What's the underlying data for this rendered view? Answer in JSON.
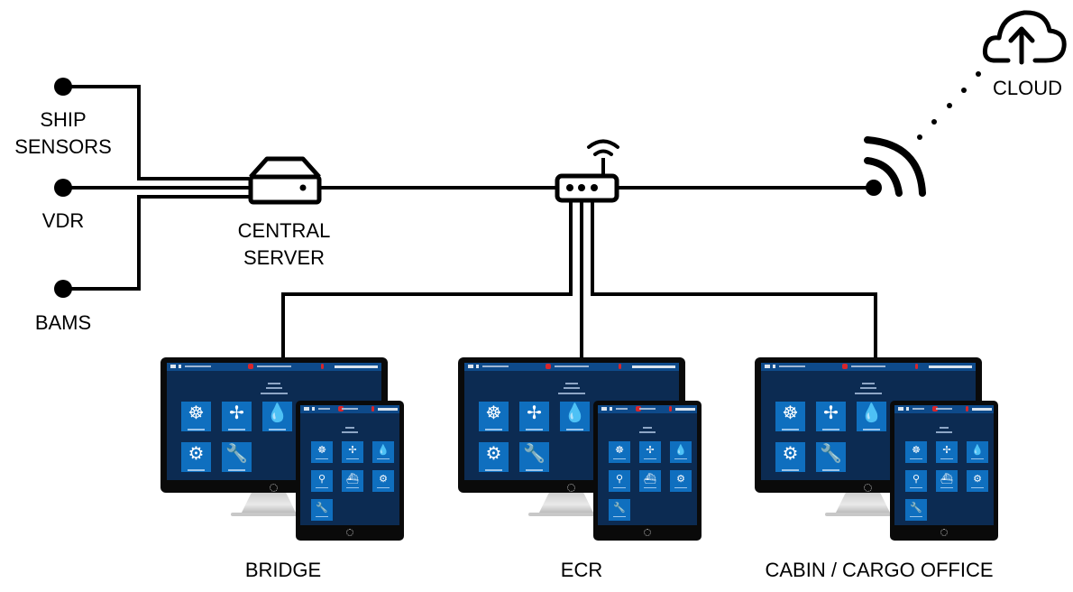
{
  "diagram": {
    "sources": [
      {
        "id": "ship-sensors",
        "label_lines": [
          "SHIP",
          "SENSORS"
        ]
      },
      {
        "id": "vdr",
        "label_lines": [
          "VDR"
        ]
      },
      {
        "id": "bams",
        "label_lines": [
          "BAMS"
        ]
      }
    ],
    "central_server": {
      "label_lines": [
        "CENTRAL",
        "SERVER"
      ],
      "icon": "server-icon"
    },
    "router": {
      "icon": "wifi-router-icon"
    },
    "uplink": {
      "icon": "wireless-signal-icon",
      "link_style": "dotted"
    },
    "cloud": {
      "label": "CLOUD",
      "icon": "cloud-upload-icon"
    },
    "workstations": [
      {
        "id": "bridge",
        "label": "BRIDGE"
      },
      {
        "id": "ecr",
        "label": "ECR"
      },
      {
        "id": "cabin-cargo-office",
        "label": "CABIN / CARGO OFFICE"
      }
    ],
    "app_screen": {
      "accent_color": "#0f6fbf",
      "background_color": "#0c2b52",
      "titlebar_color": "#0e4a8a",
      "desktop_tiles": [
        {
          "icon": "ship-wheel-icon",
          "glyph": "☸"
        },
        {
          "icon": "fan-icon",
          "glyph": "✢"
        },
        {
          "icon": "water-drop-icon",
          "glyph": "💧"
        },
        {
          "icon": "tile-icon",
          "glyph": ""
        },
        {
          "icon": "tile-icon",
          "glyph": ""
        },
        {
          "icon": "user-settings-icon",
          "glyph": "⚙"
        },
        {
          "icon": "wrench-icon",
          "glyph": "🔧"
        }
      ],
      "tablet_tiles": [
        {
          "icon": "ship-wheel-icon",
          "glyph": "☸"
        },
        {
          "icon": "fan-icon",
          "glyph": "✢"
        },
        {
          "icon": "water-drop-icon",
          "glyph": "💧"
        },
        {
          "icon": "route-icon",
          "glyph": "⚲"
        },
        {
          "icon": "crew-icon",
          "glyph": "⛴"
        },
        {
          "icon": "user-settings-icon",
          "glyph": "⚙"
        },
        {
          "icon": "wrench-icon",
          "glyph": "🔧"
        }
      ]
    }
  }
}
